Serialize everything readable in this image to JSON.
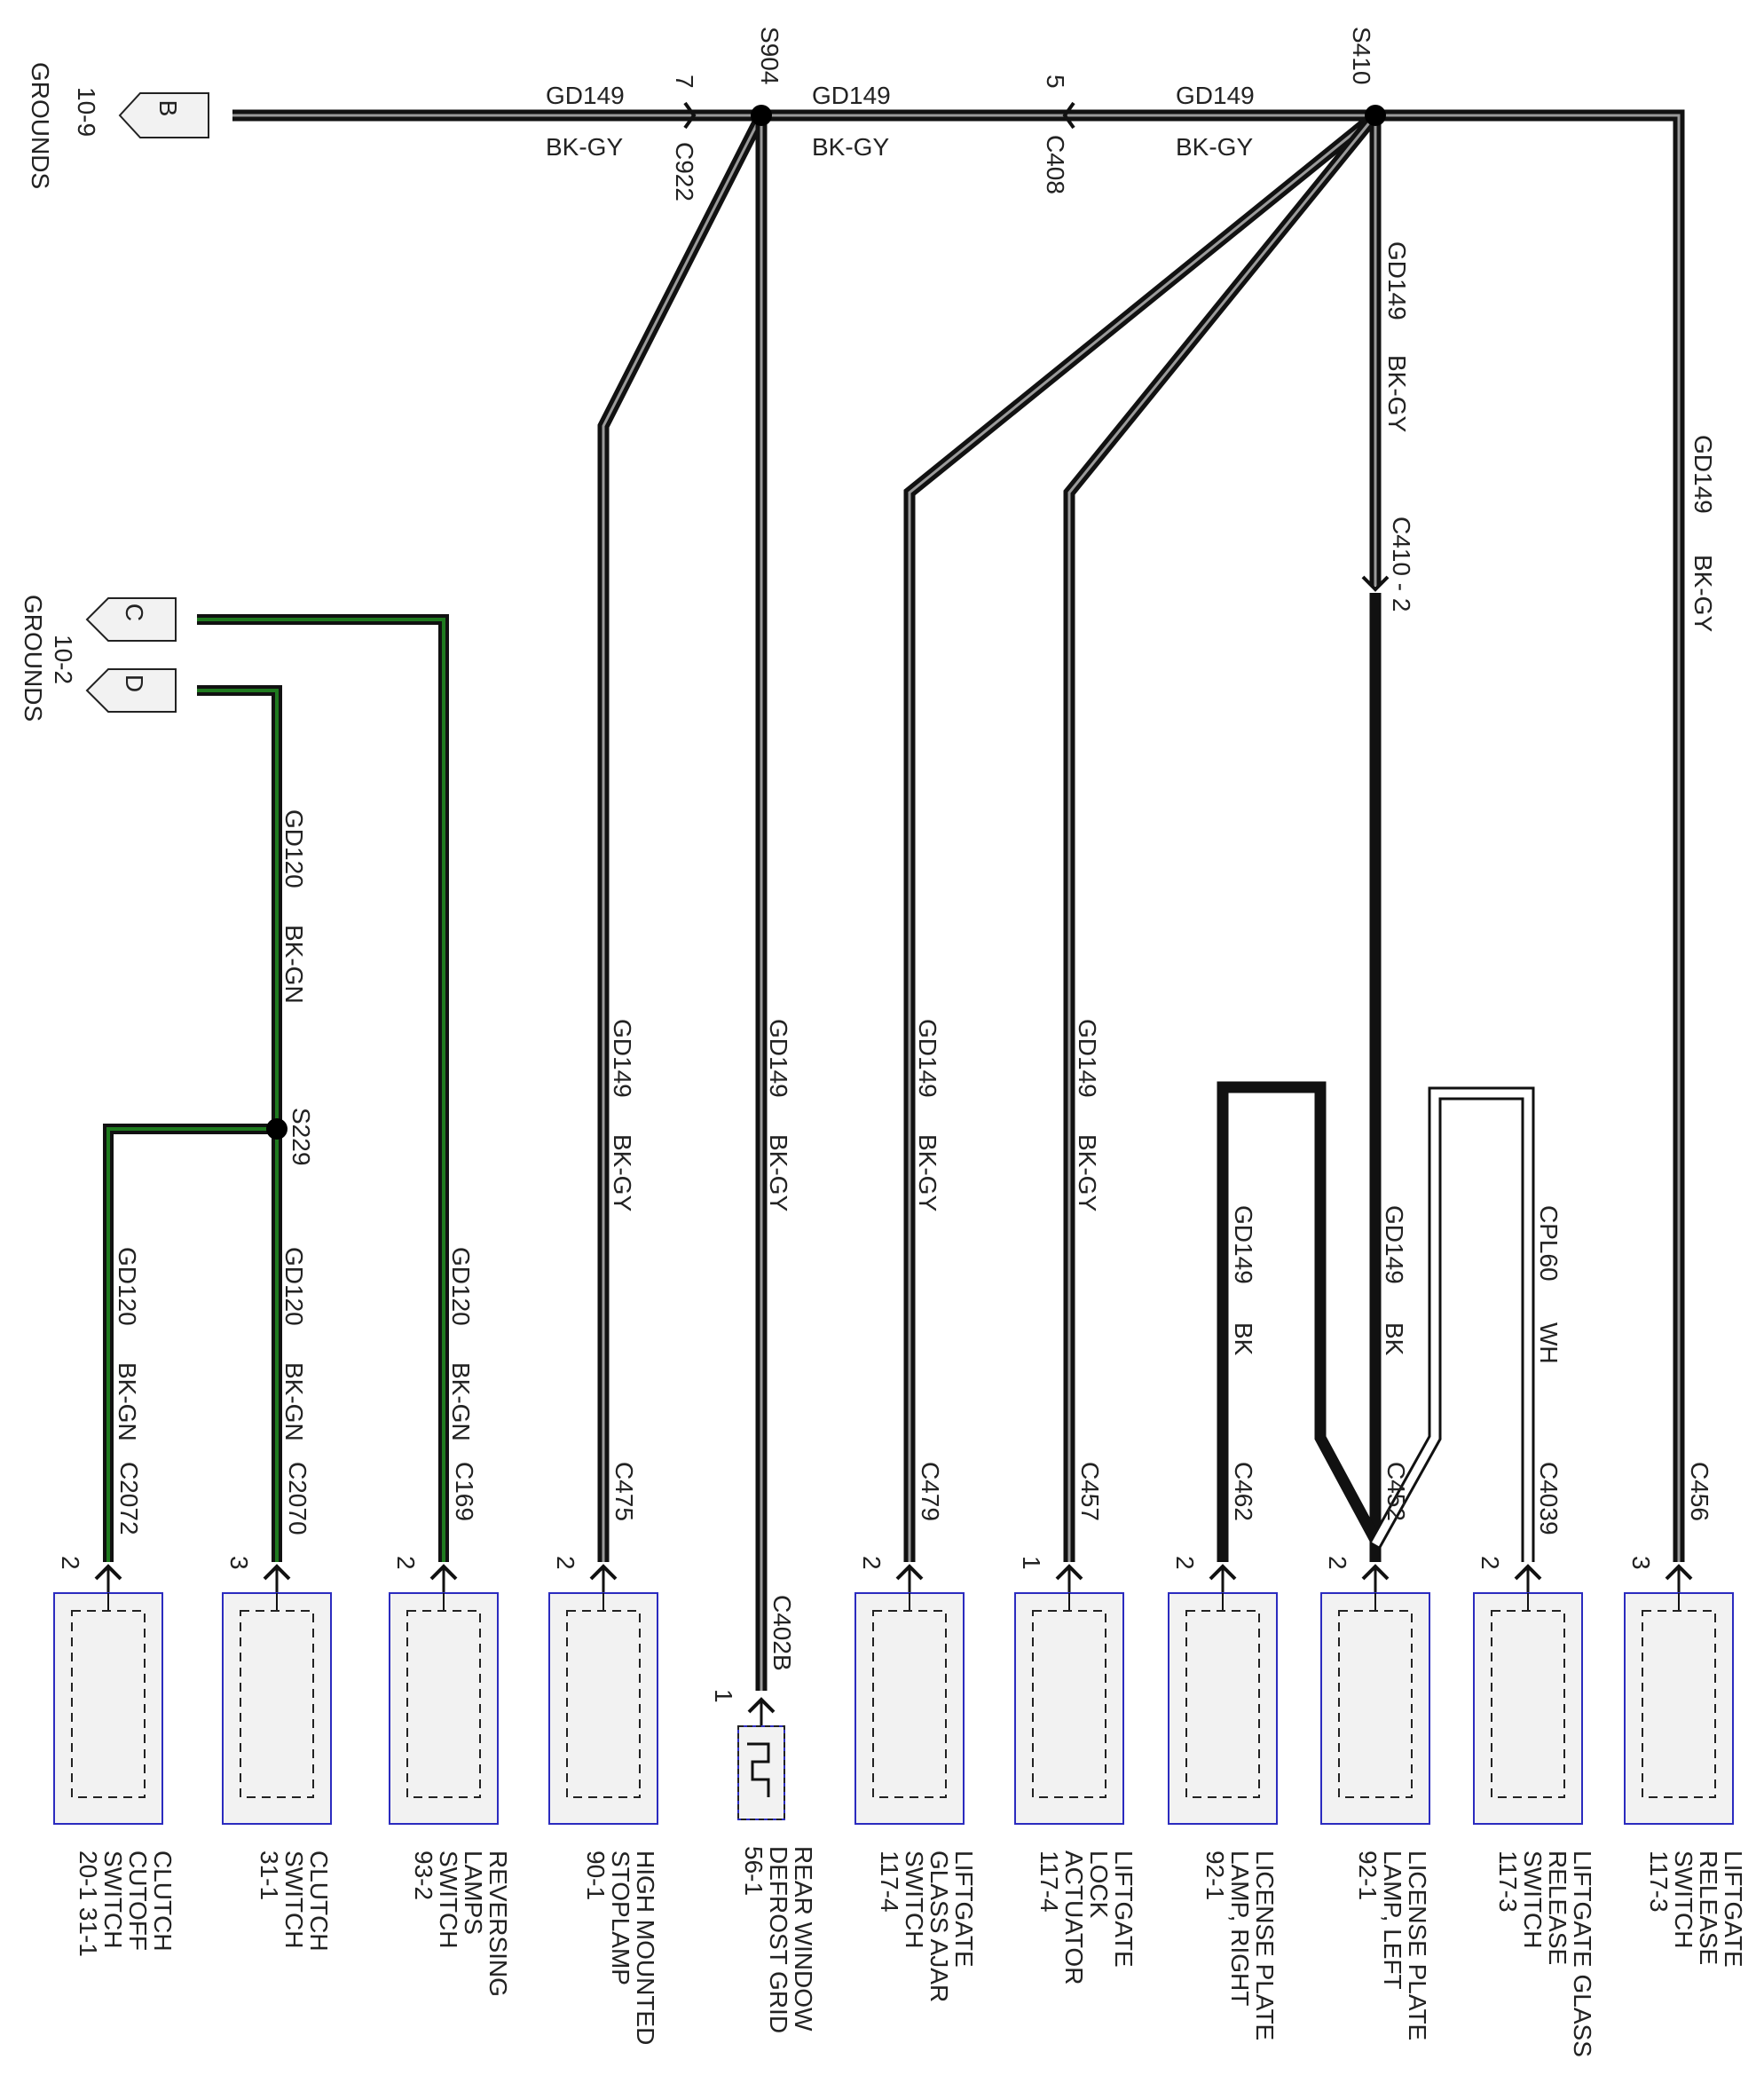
{
  "colors": {
    "wire_black": "#111111",
    "wire_grey_core": "#9a9a9a",
    "wire_green_core": "#1f7a1f",
    "wire_white_core": "#ffffff",
    "component_border": "#2b2bbf",
    "component_fill": "#f2f2f2"
  },
  "ground_refs": [
    {
      "letter": "B",
      "page": "10-9",
      "title": "GROUNDS"
    },
    {
      "letter": "C",
      "page": "",
      "title": ""
    },
    {
      "letter": "D",
      "page": "10-2",
      "title": "GROUNDS"
    }
  ],
  "splices": {
    "s904": "S904",
    "s410": "S410",
    "s229": "S229"
  },
  "inline_connectors": {
    "c922": {
      "name": "C922",
      "pin": "7"
    },
    "c408": {
      "name": "C408",
      "pin": "5"
    },
    "c410": {
      "name": "C410 - 2"
    }
  },
  "wires": {
    "w1_circuit": "GD149",
    "w1_color": "BK-GY",
    "w2_circuit": "GD149",
    "w2_color": "BK-GY",
    "w3_circuit": "GD149",
    "w3_color": "BK-GY",
    "w4_circuit": "GD149",
    "w4_color": "BK-GY",
    "w5_circuit": "GD149",
    "w5_color": "BK-GY",
    "w6_circuit": "GD120",
    "w6_color": "BK-GN",
    "w7_circuit": "GD120",
    "w7_color": "BK-GN",
    "w8_circuit": "GD120",
    "w8_color": "BK-GN",
    "w9_circuit": "GD120",
    "w9_color": "BK-GN",
    "w10_circuit": "GD149",
    "w10_color": "BK-GY",
    "w11_circuit": "GD149",
    "w11_color": "BK-GY",
    "w12_circuit": "GD149",
    "w12_color": "BK-GY",
    "w13_circuit": "GD149",
    "w13_color": "BK-GY",
    "w14_circuit": "GD149",
    "w14_color": "BK",
    "w15_circuit": "GD149",
    "w15_color": "BK",
    "w16_circuit": "CPL60",
    "w16_color": "WH"
  },
  "components": [
    {
      "connector": "C2072",
      "pin": "2",
      "name": [
        "CLUTCH",
        "CUTOFF",
        "SWITCH",
        "20-1  31-1"
      ]
    },
    {
      "connector": "C2070",
      "pin": "3",
      "name": [
        "CLUTCH",
        "SWITCH",
        "31-1"
      ]
    },
    {
      "connector": "C169",
      "pin": "2",
      "name": [
        "REVERSING",
        "LAMPS",
        "SWITCH",
        "93-2"
      ]
    },
    {
      "connector": "C475",
      "pin": "2",
      "name": [
        "HIGH MOUNTED",
        "STOPLAMP",
        "90-1"
      ]
    },
    {
      "connector": "C402B",
      "pin": "1",
      "name": [
        "REAR WINDOW",
        "DEFROST GRID",
        "56-1"
      ]
    },
    {
      "connector": "C479",
      "pin": "2",
      "name": [
        "LIFTGATE",
        "GLASS AJAR",
        "SWITCH",
        "117-4"
      ]
    },
    {
      "connector": "C457",
      "pin": "1",
      "name": [
        "LIFTGATE",
        "LOCK",
        "ACTUATOR",
        "117-4"
      ]
    },
    {
      "connector": "C462",
      "pin": "2",
      "name": [
        "LICENSE PLATE",
        "LAMP, RIGHT",
        "92-1"
      ]
    },
    {
      "connector": "C452",
      "pin": "2",
      "name": [
        "LICENSE PLATE",
        "LAMP, LEFT",
        "92-1"
      ]
    },
    {
      "connector": "C4039",
      "pin": "2",
      "name": [
        "LIFTGATE GLASS",
        "RELEASE",
        "SWITCH",
        "117-3"
      ]
    },
    {
      "connector": "C456",
      "pin": "3",
      "name": [
        "LIFTGATE",
        "RELEASE",
        "SWITCH",
        "117-3"
      ]
    }
  ]
}
